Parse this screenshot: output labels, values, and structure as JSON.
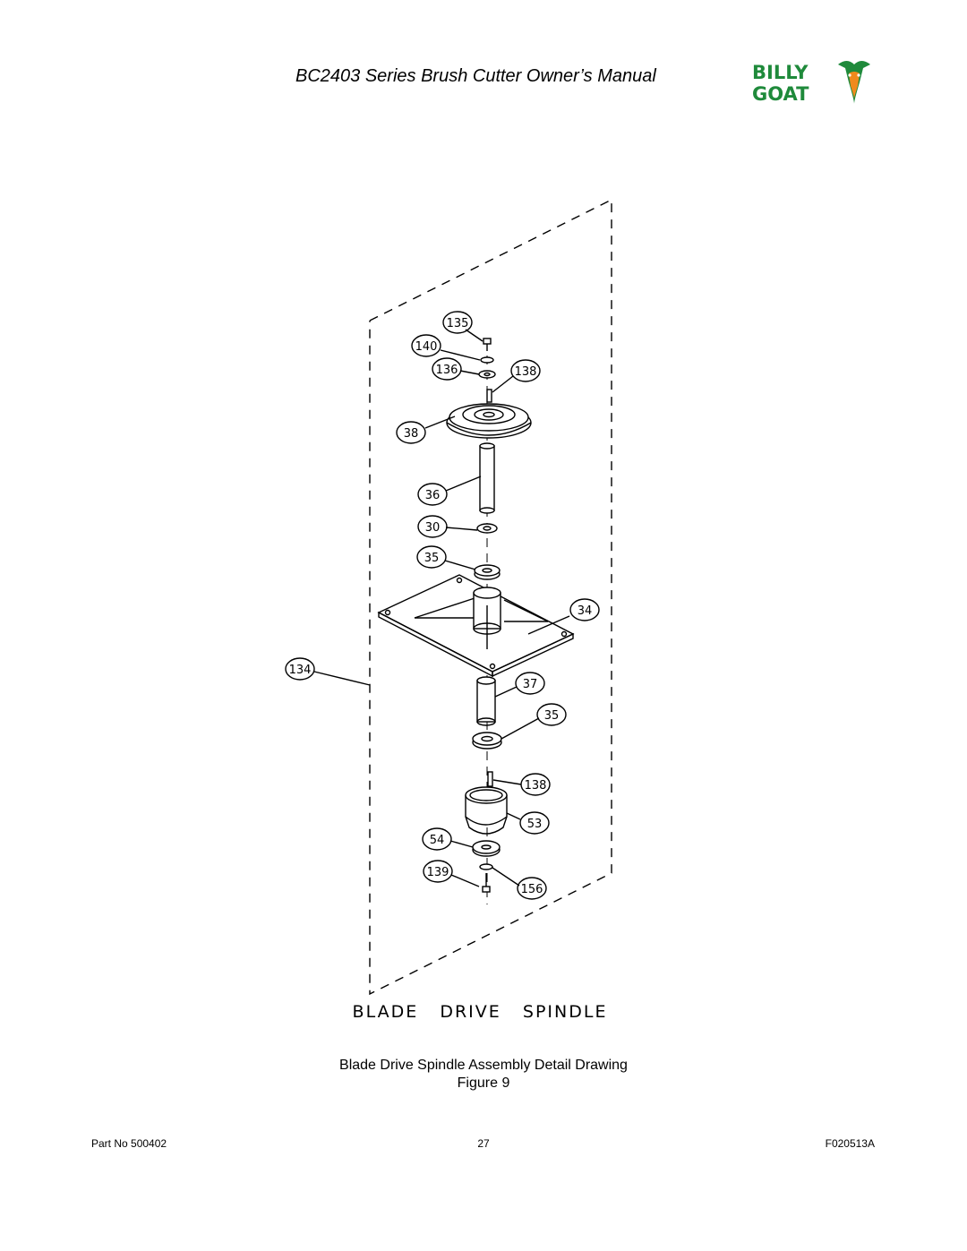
{
  "header": {
    "title": "BC2403 Series Brush Cutter Owner’s Manual",
    "logo_line1": "BILLY",
    "logo_line2": "GOAT"
  },
  "diagram": {
    "title": "BLADE   DRIVE   SPINDLE",
    "callouts": {
      "c135": "135",
      "c140": "140",
      "c136": "136",
      "c138a": "138",
      "c38": "38",
      "c36": "36",
      "c30": "30",
      "c35a": "35",
      "c34": "34",
      "c134": "134",
      "c37": "37",
      "c35b": "35",
      "c138b": "138",
      "c53": "53",
      "c54": "54",
      "c139": "139",
      "c156": "156"
    }
  },
  "caption": {
    "line1": "Blade Drive Spindle Assembly Detail Drawing",
    "line2": "Figure 9"
  },
  "footer": {
    "part_no": "Part No 500402",
    "page": "27",
    "form": "F020513A"
  },
  "colors": {
    "logo_green": "#1f8a3b",
    "logo_orange": "#f08a1c"
  }
}
